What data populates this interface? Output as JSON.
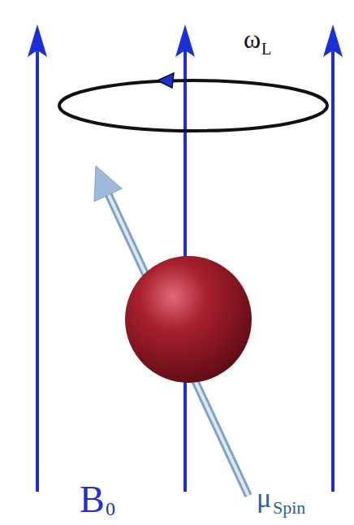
{
  "diagram": {
    "labels": [
      "ω",
      "L",
      "B",
      "0",
      "μ",
      "Spin"
    ]
  }
}
